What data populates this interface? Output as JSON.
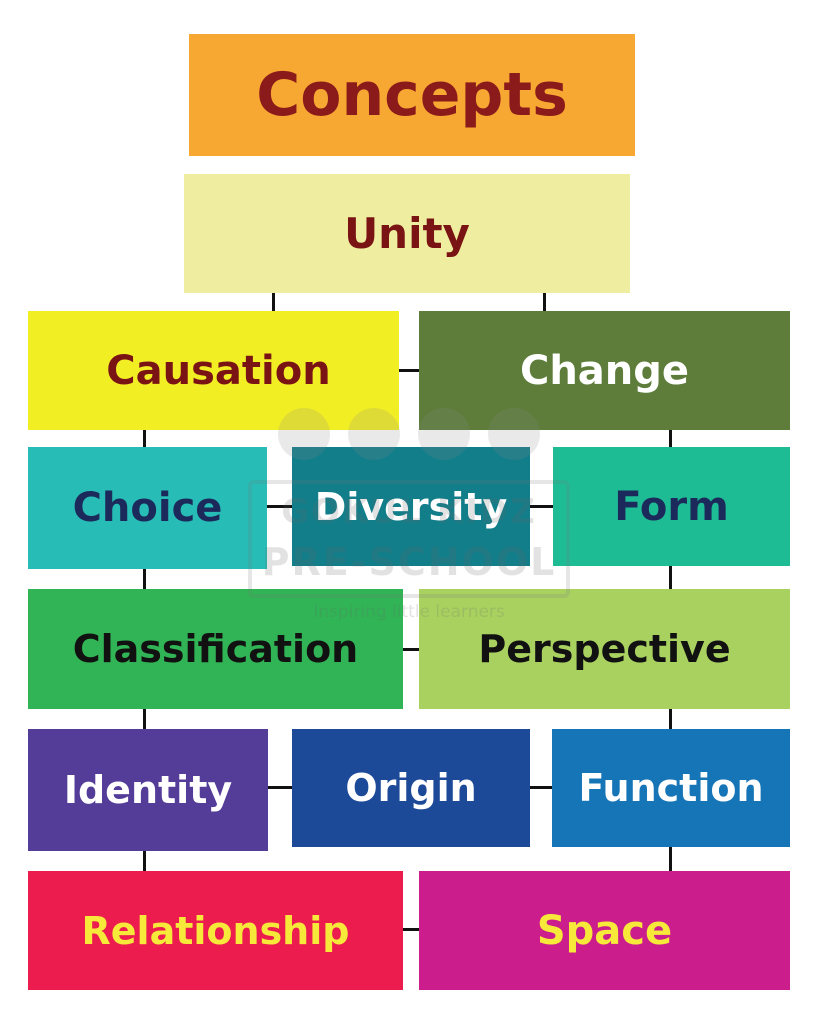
{
  "title": "Concepts",
  "concepts": {
    "unity": "Unity",
    "causation": "Causation",
    "change": "Change",
    "choice": "Choice",
    "diversity": "Diversity",
    "form": "Form",
    "classification": "Classification",
    "perspective": "Perspective",
    "identity": "Identity",
    "origin": "Origin",
    "function": "Function",
    "relationship": "Relationship",
    "space": "Space"
  },
  "watermark": {
    "line1": "GOKUL KIDZ",
    "line2": "PRE-SCHOOL",
    "tagline": "Inspiring little learners"
  },
  "colors": {
    "title_bg": "#f7a832",
    "title_text": "#8b1a1a",
    "unity_bg": "#efed9f",
    "causation_bg": "#f2ee24",
    "change_bg": "#5e7d3a",
    "choice_bg": "#27bcb5",
    "diversity_bg": "#117e8a",
    "form_bg": "#1ebc95",
    "classification_bg": "#31b455",
    "perspective_bg": "#a9d160",
    "identity_bg": "#533d98",
    "origin_bg": "#1d4a98",
    "function_bg": "#1675b6",
    "relationship_bg": "#ec1c4f",
    "space_bg": "#cb1d8c",
    "dark_red_text": "#7a1414",
    "navy_text": "#1b2a5a",
    "black_text": "#111111",
    "white_text": "#ffffff",
    "yellow_text": "#f6e93a"
  }
}
